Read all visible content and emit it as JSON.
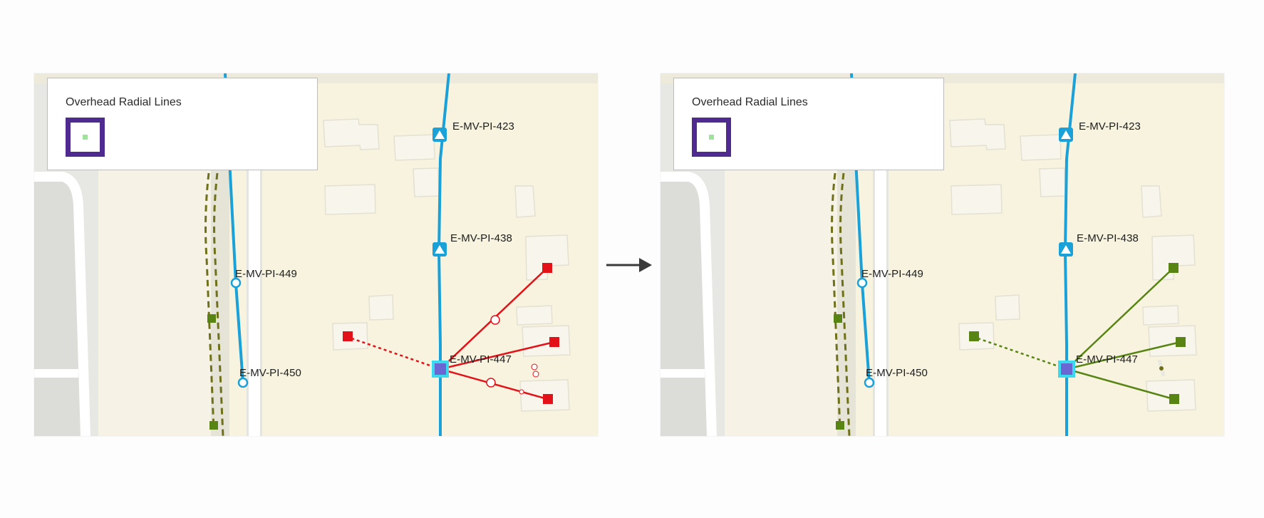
{
  "colors": {
    "map_background": "#f7f3e1",
    "road_surface": "#f1ede1",
    "primary_line": "#1aa1d8",
    "trace_red": "#e31219",
    "trace_green": "#578412",
    "dashed_olive": "#6f711a",
    "selected_fill": "#6a67d4",
    "selected_outline": "#3ad9ee",
    "legend_border": "#4f2b8f"
  },
  "panels": [
    {
      "id": "before",
      "state": "red-highlight",
      "legend": {
        "title": "Overhead Radial Lines",
        "swatch_icon": "purple-square-icon"
      },
      "labels": {
        "pi_423": "E-MV-PI-423",
        "pi_438": "E-MV-PI-438",
        "pi_449": "E-MV-PI-449",
        "pi_450": "E-MV-PI-450",
        "pi_447": "E-MV-PI-447"
      }
    },
    {
      "id": "after",
      "state": "green-highlight",
      "legend": {
        "title": "Overhead Radial Lines",
        "swatch_icon": "purple-square-icon"
      },
      "labels": {
        "pi_423": "E-MV-PI-423",
        "pi_438": "E-MV-PI-438",
        "pi_449": "E-MV-PI-449",
        "pi_450": "E-MV-PI-450",
        "pi_447": "E-MV-PI-447"
      }
    }
  ],
  "transition_icon": "right-arrow-icon"
}
